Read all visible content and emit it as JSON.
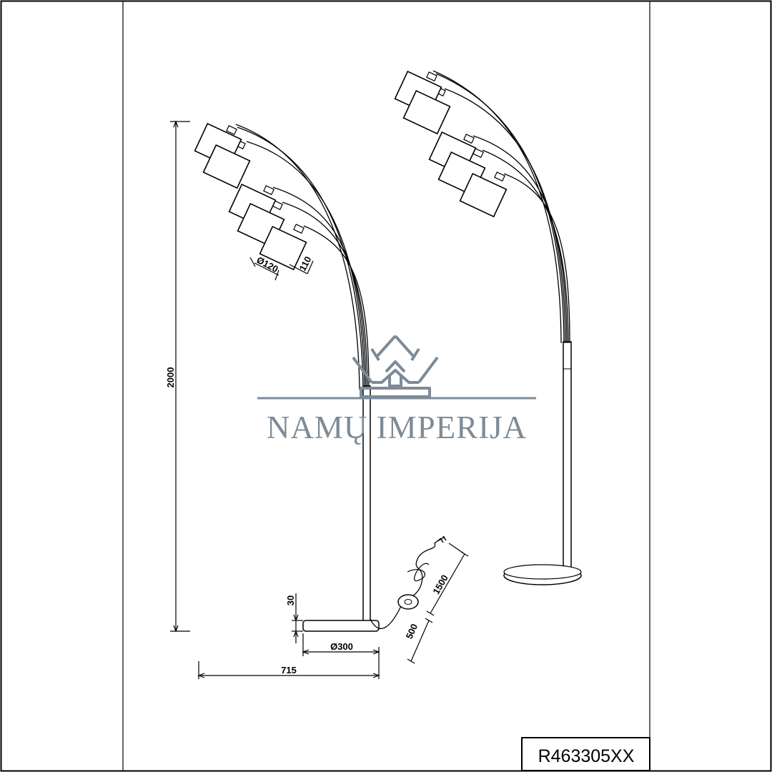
{
  "drawing": {
    "dimensions": {
      "height": "2000",
      "shade_diameter": "Ø120",
      "shade_height": "110",
      "base_thickness": "30",
      "base_diameter": "Ø300",
      "total_width": "715",
      "cable_length": "1500",
      "switch_distance": "500"
    },
    "product_code": "R463305XX"
  },
  "watermark": {
    "text": "NAMŲ IMPERIJA",
    "logo_icon": "crown-house-icon",
    "color": "#7d8b98"
  }
}
